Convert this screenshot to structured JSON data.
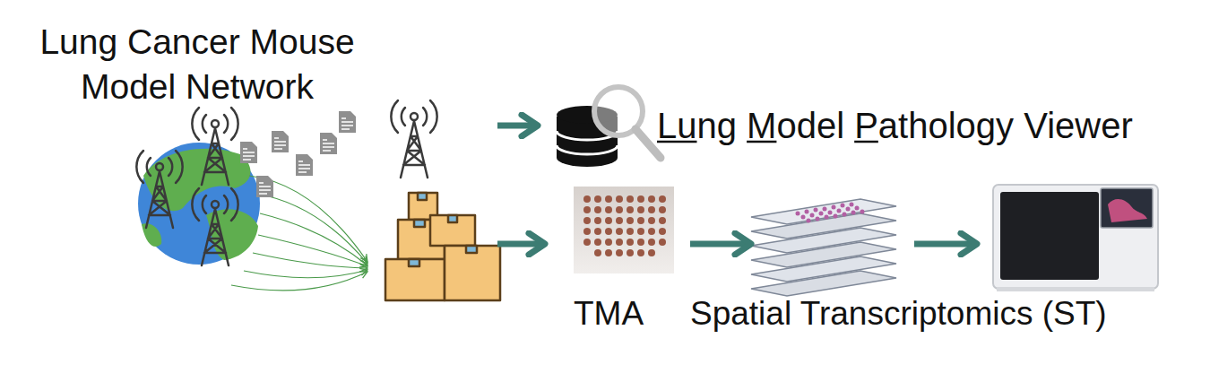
{
  "diagram": {
    "nodes": [
      {
        "text": [
          "Lung Cancer Mouse Model Network"
        ]
      },
      {
        "text": [
          "Lung Model Pathology Viewer"
        ]
      },
      {
        "text": [
          "TMA"
        ]
      },
      {
        "text": [
          "Spatial Transcriptomics (ST)"
        ]
      }
    ],
    "edges": [
      {
        "from": 0,
        "to": 1,
        "arrow": "to"
      },
      {
        "from": 0,
        "to": 2,
        "arrow": "to"
      },
      {
        "from": 2,
        "to": 3,
        "arrow": "to"
      }
    ]
  }
}
